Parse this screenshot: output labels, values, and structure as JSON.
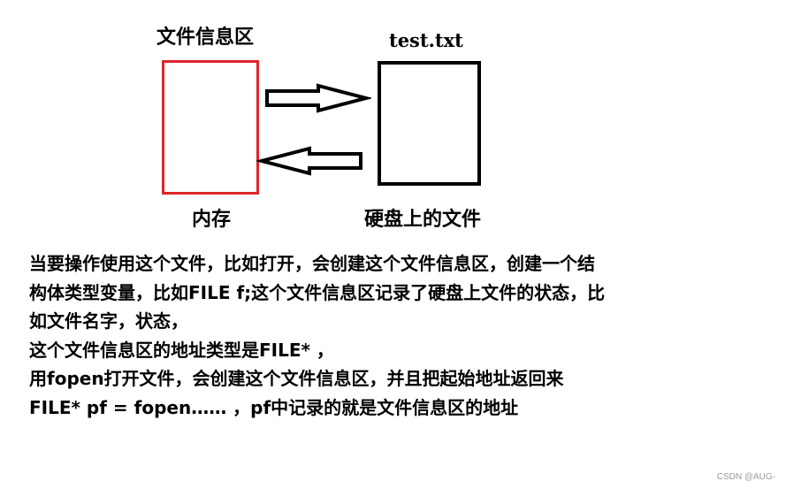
{
  "diagram": {
    "memory_box": {
      "title": "文件信息区",
      "caption": "内存",
      "border_color": "#e0242b"
    },
    "file_box": {
      "title": "test.txt",
      "caption": "硬盘上的文件",
      "border_color": "#000000"
    },
    "arrows": [
      {
        "direction": "right",
        "from": "memory_box",
        "to": "file_box"
      },
      {
        "direction": "left",
        "from": "file_box",
        "to": "memory_box"
      }
    ]
  },
  "text": {
    "lines": [
      "当要操作使用这个文件，比如打开，会创建这个文件信息区，创建一个结",
      "构体类型变量，比如FILE f;这个文件信息区记录了硬盘上文件的状态，比",
      "如文件名字，状态，",
      "这个文件信息区的地址类型是FILE* ，",
      "用fopen打开文件，会创建这个文件信息区，并且把起始地址返回来",
      "FILE* pf = fopen…… ，pf中记录的就是文件信息区的地址"
    ]
  },
  "watermark": "CSDN @AUG-"
}
